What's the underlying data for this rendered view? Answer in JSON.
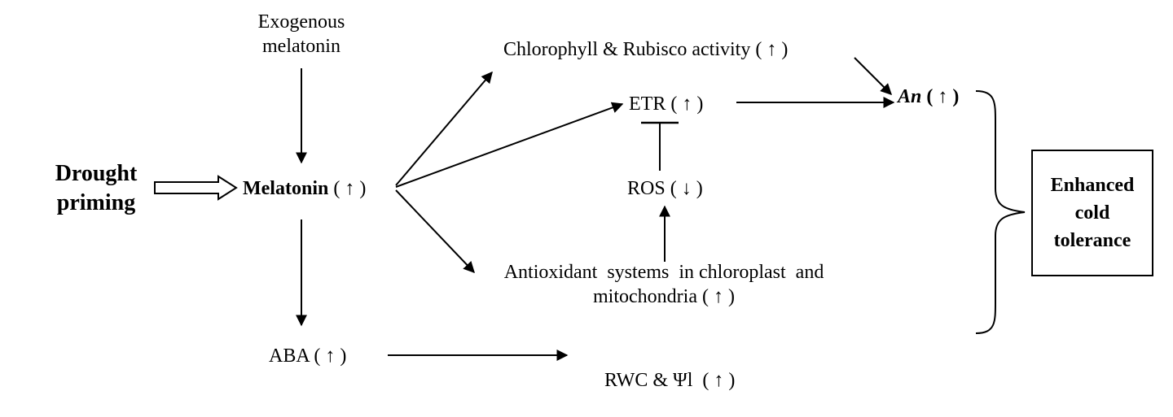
{
  "nodes": {
    "exogenous": {
      "line1": "Exogenous",
      "line2": "melatonin"
    },
    "drought": {
      "line1": "Drought",
      "line2": "priming"
    },
    "melatonin": {
      "label": "Melatonin",
      "paren_open": " (",
      "arrow": "↑",
      "paren_close": " )"
    },
    "chlorophyll": {
      "label": "Chlorophyll & Rubisco activity ( ",
      "arrow": "↑",
      "close": " )"
    },
    "etr": {
      "label": "ETR ( ",
      "arrow": "↑",
      "close": " )"
    },
    "ros": {
      "label": "ROS ( ",
      "arrow": "↓",
      "close": " )"
    },
    "antioxidant": {
      "line1": "Antioxidant  systems  in chloroplast  and",
      "line2_label": "mitochondria ( ",
      "arrow": "↑",
      "close": " )"
    },
    "an": {
      "label": "An",
      "open": " ( ",
      "arrow": "↑",
      "close": " )"
    },
    "aba": {
      "label": "ABA ( ",
      "arrow": "↑",
      "close": " )"
    },
    "rwc": {
      "label": "RWC & Ψl  ( ",
      "arrow": "↑",
      "close": " )"
    },
    "enhanced": {
      "line1": "Enhanced",
      "line2": "cold",
      "line3": "tolerance"
    }
  },
  "colors": {
    "ink": "#000000",
    "background": "#ffffff"
  }
}
